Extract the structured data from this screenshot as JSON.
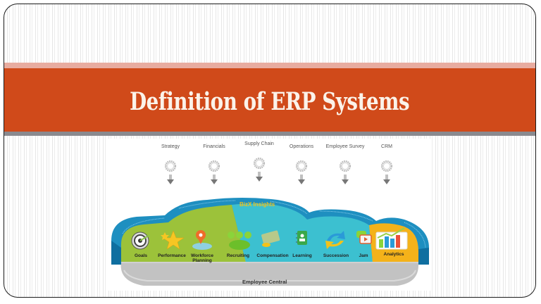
{
  "slide": {
    "title": "Definition of ERP Systems",
    "colors": {
      "banner": "#d04a1a",
      "banner_top_stripe": "#e8aca0",
      "banner_bottom_stripe": "#8a8a8f",
      "title_text": "#fbf3ea"
    }
  },
  "diagram": {
    "sources": [
      {
        "label": "Strategy",
        "icon": "gear-icon"
      },
      {
        "label": "Financials",
        "icon": "gear-icon"
      },
      {
        "label": "Supply Chain",
        "icon": "gear-icon"
      },
      {
        "label": "Operations",
        "icon": "gear-icon"
      },
      {
        "label": "Employee Survey",
        "icon": "gear-icon"
      },
      {
        "label": "CRM",
        "icon": "gear-icon"
      }
    ],
    "cloud": {
      "header": "BizX Insights",
      "base": "Employee Central",
      "modules": [
        {
          "label": "Goals",
          "icon": "target-icon",
          "section": "green"
        },
        {
          "label": "Performance",
          "icon": "star-icon",
          "section": "green"
        },
        {
          "label": "Workforce Planning",
          "icon": "map-pin-icon",
          "section": "green"
        },
        {
          "label": "Recruiting",
          "icon": "people-icon",
          "section": "teal"
        },
        {
          "label": "Compensation",
          "icon": "money-icon",
          "section": "teal"
        },
        {
          "label": "Learning",
          "icon": "book-icon",
          "section": "teal"
        },
        {
          "label": "Succession",
          "icon": "cycle-arrows-icon",
          "section": "teal"
        },
        {
          "label": "Jam",
          "icon": "chat-video-icon",
          "section": "orange"
        },
        {
          "label": "Analytics",
          "icon": "bar-chart-icon",
          "section": "orange"
        }
      ],
      "colors": {
        "green": "#9cc23a",
        "teal": "#3cc0d0",
        "orange": "#f4b21a",
        "rim": "#1e8fc0",
        "base": "#bdbdbd"
      }
    }
  }
}
